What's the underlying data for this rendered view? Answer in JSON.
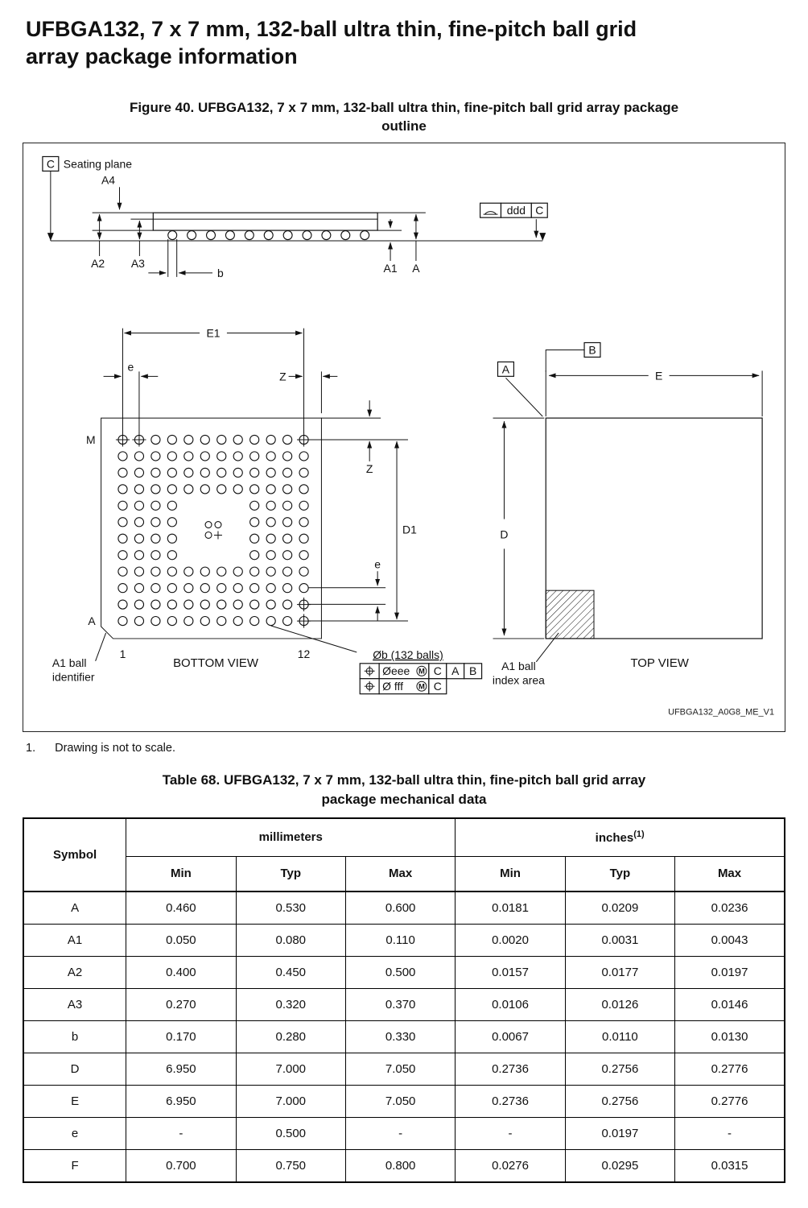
{
  "page": {
    "title_line1": "UFBGA132, 7 x 7 mm, 132-ball ultra thin, fine-pitch ball grid",
    "title_line2": "array package information"
  },
  "figure": {
    "caption_line1": "Figure 40. UFBGA132, 7 x 7 mm, 132-ball ultra thin, fine-pitch ball grid array package",
    "caption_line2": "outline",
    "watermark": "UFBGA132_A0G8_ME_V1",
    "side": {
      "datum_c": "C",
      "seating_plane": "Seating plane",
      "a4": "A4",
      "a2": "A2",
      "a3": "A3",
      "b": "b",
      "a1": "A1",
      "a": "A",
      "ddd": "ddd",
      "ddd_datum": "C",
      "ddd_symbol_icon": "seating-plane-coplanarity"
    },
    "bottom": {
      "e1": "E1",
      "e_top": "e",
      "z_top": "Z",
      "z_right": "Z",
      "d1": "D1",
      "e_right": "e",
      "row_m": "M",
      "row_a": "A",
      "col_1": "1",
      "col_12": "12",
      "a1_id_line1": "A1 ball",
      "a1_id_line2": "identifier",
      "view_label": "BOTTOM VIEW",
      "ball_callout": "Øb (132 balls)",
      "fcf1": {
        "symbol_icon": "position-tolerance",
        "tolerance": "Øeee",
        "modifier": "M",
        "datum1": "C",
        "datum2": "A",
        "datum3": "B"
      },
      "fcf2": {
        "symbol_icon": "position-tolerance",
        "tolerance": "Ø fff",
        "modifier": "M",
        "datum1": "C"
      }
    },
    "top": {
      "datum_a": "A",
      "datum_b": "B",
      "e_dim": "E",
      "d_dim": "D",
      "index_line1": "A1 ball",
      "index_line2": "index area",
      "view_label": "TOP VIEW"
    }
  },
  "note": {
    "number": "1.",
    "text": "Drawing is not to scale."
  },
  "table": {
    "caption_line1": "Table 68. UFBGA132, 7 x 7 mm, 132-ball ultra thin, fine-pitch ball grid array",
    "caption_line2": "package mechanical data",
    "symbol_header": "Symbol",
    "group_mm": "millimeters",
    "group_inches": "inches",
    "group_inches_note": "(1)",
    "sub": [
      "Min",
      "Typ",
      "Max",
      "Min",
      "Typ",
      "Max"
    ],
    "rows": [
      {
        "symbol": "A",
        "cells": [
          "0.460",
          "0.530",
          "0.600",
          "0.0181",
          "0.0209",
          "0.0236"
        ]
      },
      {
        "symbol": "A1",
        "cells": [
          "0.050",
          "0.080",
          "0.110",
          "0.0020",
          "0.0031",
          "0.0043"
        ]
      },
      {
        "symbol": "A2",
        "cells": [
          "0.400",
          "0.450",
          "0.500",
          "0.0157",
          "0.0177",
          "0.0197"
        ]
      },
      {
        "symbol": "A3",
        "cells": [
          "0.270",
          "0.320",
          "0.370",
          "0.0106",
          "0.0126",
          "0.0146"
        ]
      },
      {
        "symbol": "b",
        "cells": [
          "0.170",
          "0.280",
          "0.330",
          "0.0067",
          "0.0110",
          "0.0130"
        ]
      },
      {
        "symbol": "D",
        "cells": [
          "6.950",
          "7.000",
          "7.050",
          "0.2736",
          "0.2756",
          "0.2776"
        ]
      },
      {
        "symbol": "E",
        "cells": [
          "6.950",
          "7.000",
          "7.050",
          "0.2736",
          "0.2756",
          "0.2776"
        ]
      },
      {
        "symbol": "e",
        "cells": [
          "-",
          "0.500",
          "-",
          "-",
          "0.0197",
          "-"
        ]
      },
      {
        "symbol": "F",
        "cells": [
          "0.700",
          "0.750",
          "0.800",
          "0.0276",
          "0.0295",
          "0.0315"
        ]
      }
    ]
  }
}
